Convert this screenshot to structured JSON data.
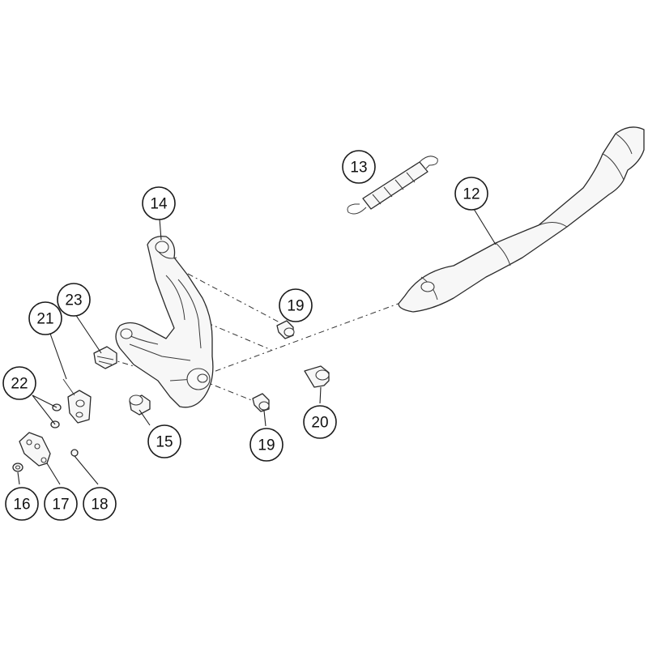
{
  "callouts": {
    "c12": "12",
    "c13": "13",
    "c14": "14",
    "c15": "15",
    "c16": "16",
    "c17": "17",
    "c18": "18",
    "c19a": "19",
    "c19b": "19",
    "c20": "20",
    "c21": "21",
    "c22": "22",
    "c23": "23"
  },
  "colors": {
    "line": "#2a2a2a",
    "part_fill": "#f7f7f7",
    "background": "#ffffff"
  }
}
